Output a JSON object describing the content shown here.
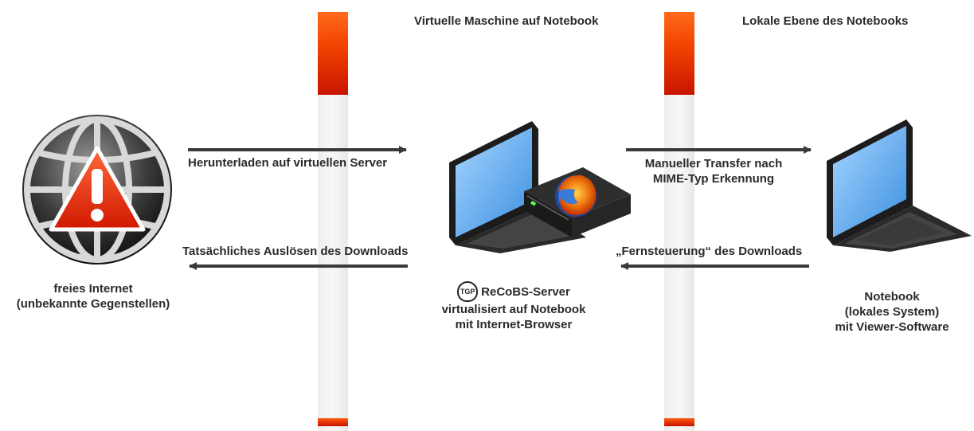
{
  "headings": {
    "virtual": "Virtuelle Maschine auf Notebook",
    "local": "Lokale Ebene des Notebooks"
  },
  "arrows": {
    "download_to_server": "Herunterladen auf virtuellen Server",
    "trigger_download": "Tatsächliches Auslösen des Downloads",
    "manual_transfer_line1": "Manueller Transfer nach",
    "manual_transfer_line2": "MIME-Typ Erkennung",
    "remote_control": "„Fernsteuerung“ des Downloads"
  },
  "nodes": {
    "internet": {
      "line1": "freies Internet",
      "line2": "(unbekannte Gegenstellen)"
    },
    "server": {
      "badge": "TGP",
      "line1": "ReCoBS-Server",
      "line2": "virtualisiert auf Notebook",
      "line3": "mit Internet-Browser"
    },
    "notebook": {
      "line1": "Notebook",
      "line2": "(lokales System)",
      "line3": "mit Viewer-Software"
    }
  },
  "colors": {
    "accent_red": "#e03000",
    "arrow": "#3a3a3a",
    "text": "#2a2a2a"
  },
  "icons": [
    "globe-warning-icon",
    "laptop-with-firefox-server-icon",
    "laptop-icon",
    "tgp-logo-icon"
  ]
}
